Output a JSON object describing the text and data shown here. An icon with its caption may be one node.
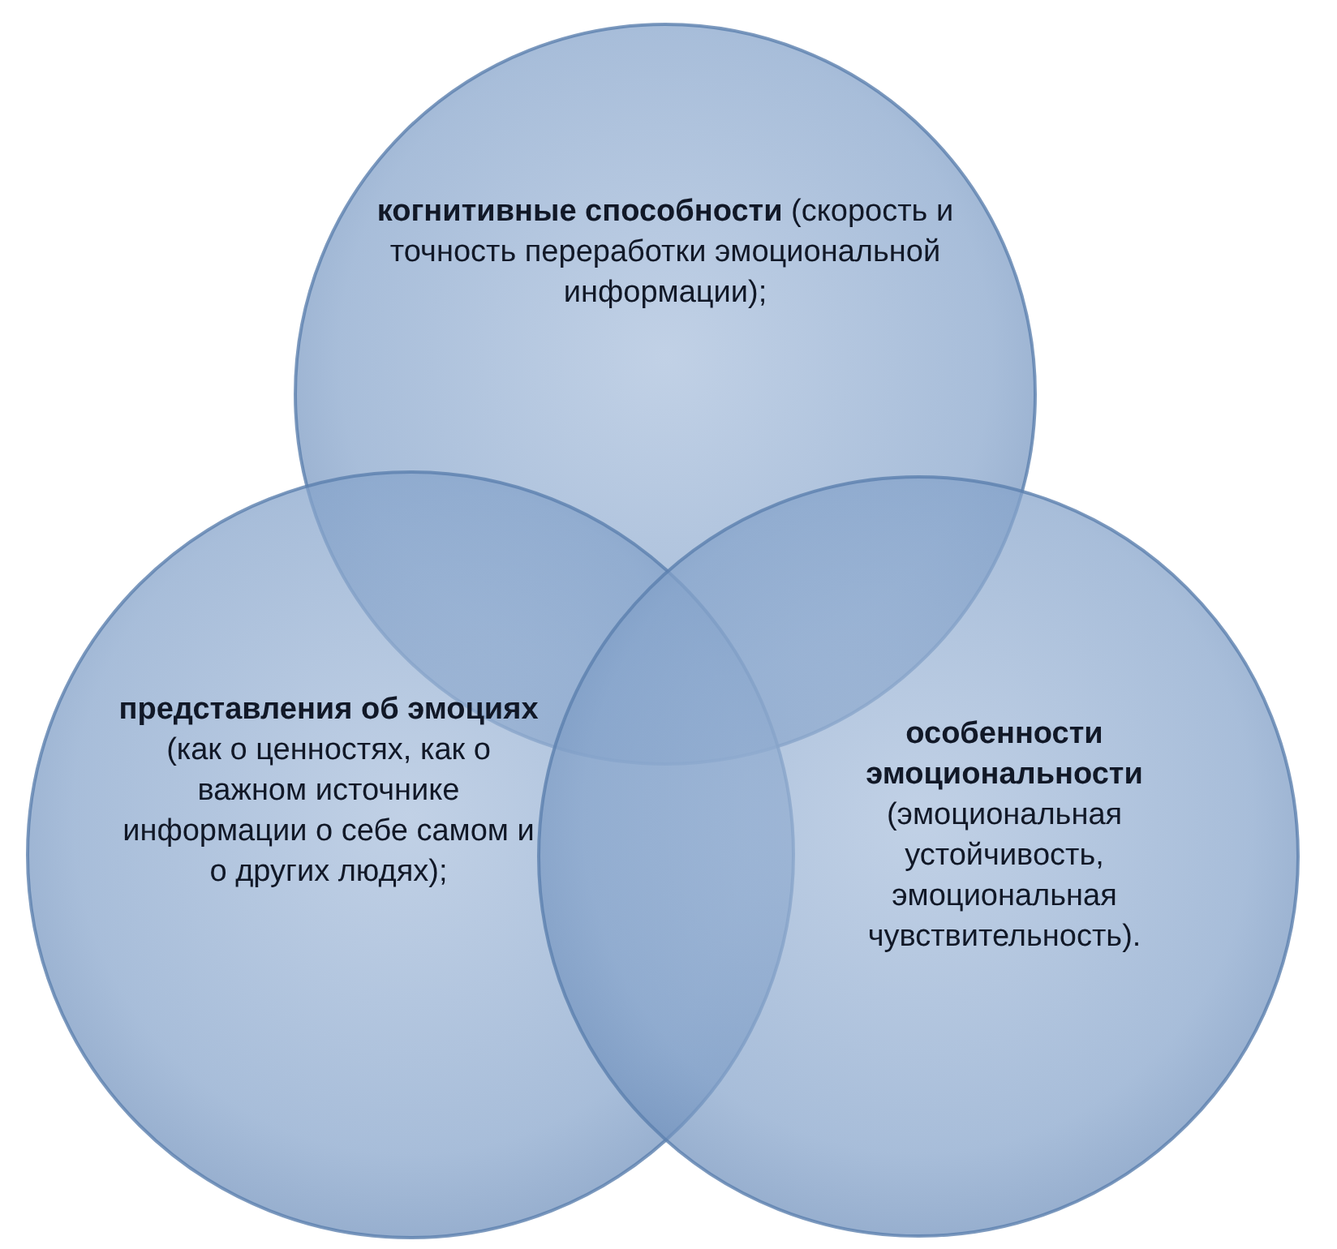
{
  "diagram": {
    "nodes": [
      {
        "text": [
          "**когнитивные способности** (скорость и точность переработки эмоциональной информации);"
        ]
      },
      {
        "text": [
          "**представления об эмоциях** (как о ценностях, как о важном источнике информации о себе самом и о других людях);"
        ]
      },
      {
        "text": [
          "**особенности эмоциональности** (эмоциональная устойчивость, эмоциональная чувствительность)."
        ]
      }
    ]
  }
}
